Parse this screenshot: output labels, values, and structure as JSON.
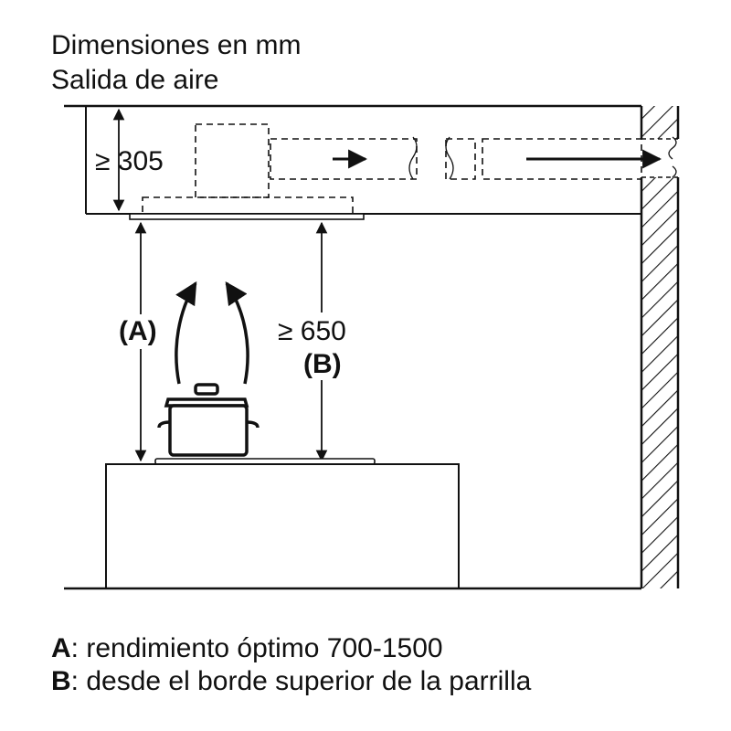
{
  "header": {
    "title": "Dimensiones en mm",
    "subtitle": "Salida de aire"
  },
  "dimensions": {
    "hood_height": "≥ 305",
    "dist_a_label": "(A)",
    "dist_b_value": "≥ 650",
    "dist_b_label": "(B)"
  },
  "legend": {
    "a_key": "A",
    "a_text": ": rendimiento óptimo 700-1500",
    "b_key": "B",
    "b_text": ": desde el borde superior de la parrilla"
  },
  "icons": [
    "wall-hatch",
    "pot-icon",
    "steam-arrow-icon",
    "air-flow-arrow-icon"
  ]
}
